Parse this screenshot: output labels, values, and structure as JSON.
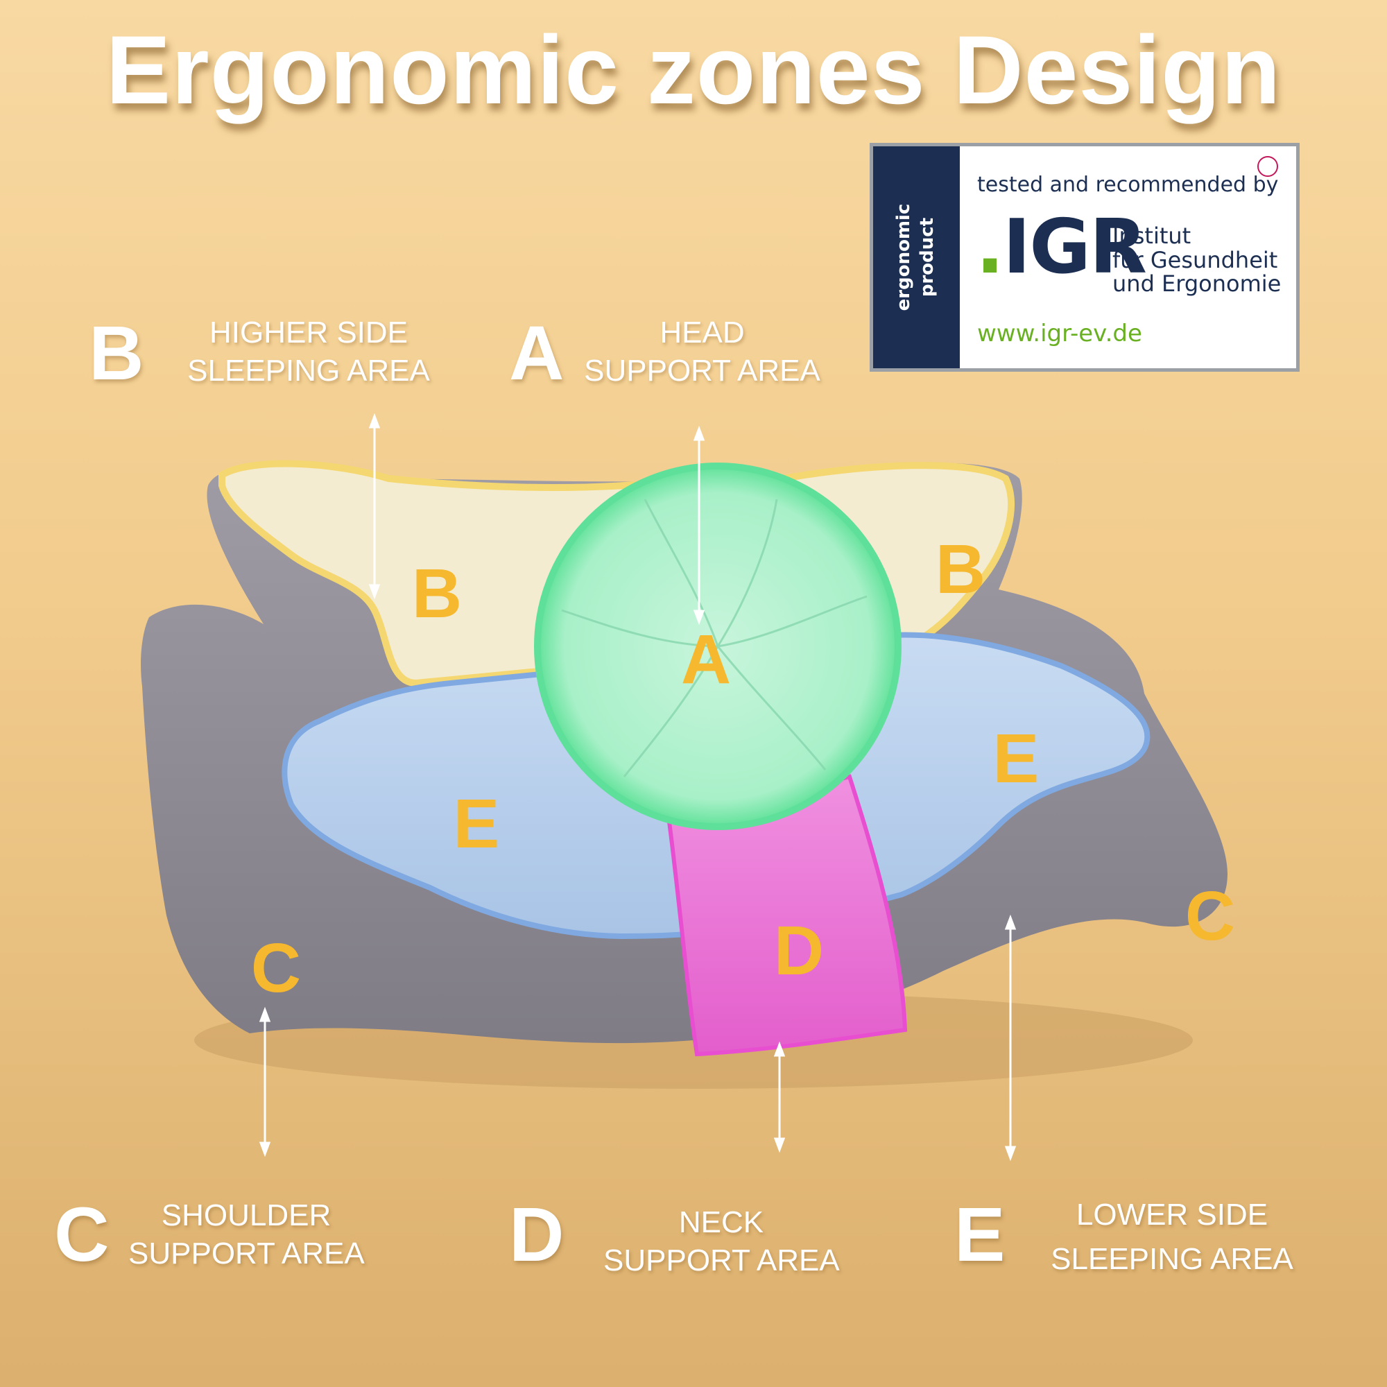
{
  "title": "Ergonomic zones Design",
  "badge": {
    "strip_line1": "ergonomic",
    "strip_line2": "product",
    "tested": "tested and recommended by",
    "logo_dot": ".",
    "logo_text": "IGR",
    "institute_line1": "Institut",
    "institute_line2": "für Gesundheit",
    "institute_line3": "und Ergonomie",
    "url": "www.igr-ev.de"
  },
  "zones_legend": [
    {
      "letter": "B",
      "line1": "HIGHER SIDE",
      "line2": "SLEEPING AREA"
    },
    {
      "letter": "A",
      "line1": "HEAD",
      "line2": "SUPPORT AREA"
    },
    {
      "letter": "C",
      "line1": "SHOULDER",
      "line2": "SUPPORT AREA"
    },
    {
      "letter": "D",
      "line1": "NECK",
      "line2": "SUPPORT AREA"
    },
    {
      "letter": "E",
      "line1": "LOWER SIDE",
      "line2": "SLEEPING AREA"
    }
  ],
  "pillow_labels": {
    "a": "A",
    "b_left": "B",
    "b_right": "B",
    "e_left": "E",
    "e_right": "E",
    "c_left": "C",
    "c_right": "C",
    "d": "D"
  },
  "colors": {
    "background_top": "#f8d9a2",
    "background_bottom": "#dcb06e",
    "zone_label": "#f5b82e",
    "head_zone": "#a8f0c8",
    "higher_side_zone": "#f4ecd0",
    "lower_side_zone": "#bcd3ee",
    "neck_zone": "#f07ad8",
    "pillow_body": "#8f8c94",
    "badge_navy": "#1c2f52",
    "badge_green": "#6ab023"
  }
}
